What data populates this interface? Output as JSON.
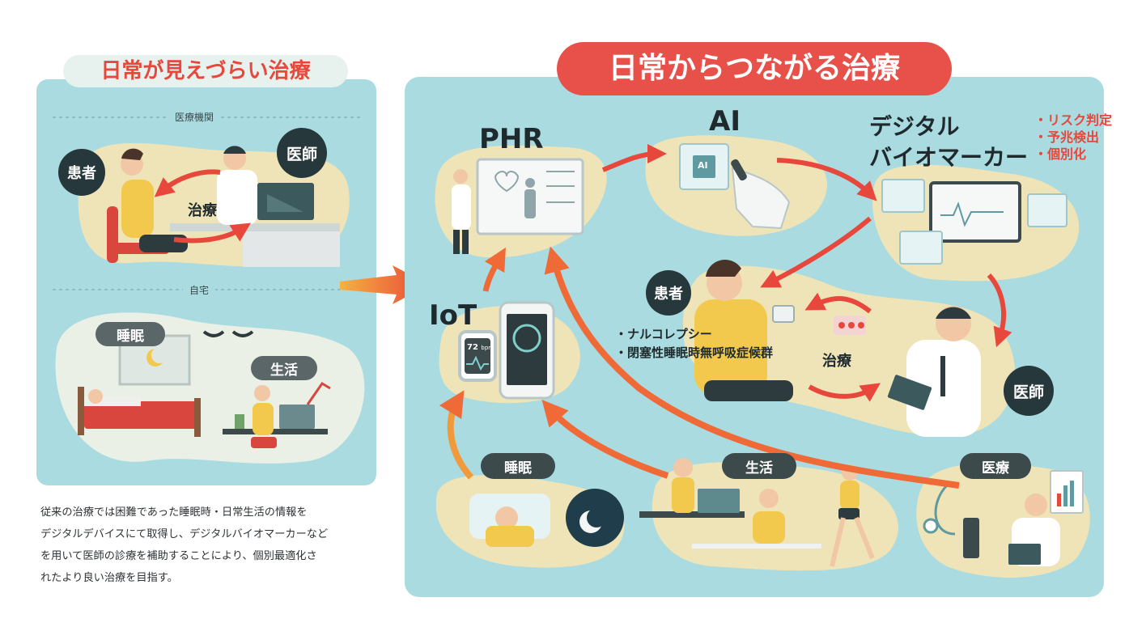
{
  "left_panel": {
    "title": "日常が見えづらい治療",
    "section_clinic": "医療機関",
    "section_home": "自宅",
    "patient_badge": "患者",
    "doctor_badge": "医師",
    "treatment_label": "治療",
    "sleep_label": "睡眠",
    "life_label": "生活"
  },
  "description": [
    "従来の治療では困難であった睡眠時・日常生活の情報を",
    "デジタルデバイスにて取得し、デジタルバイオマーカーなど",
    "を用いて医師の診療を補助することにより、個別最適化さ",
    "れたより良い治療を目指す。"
  ],
  "right_panel": {
    "title": "日常からつながる治療",
    "phr_label": "PHR",
    "ai_label": "AI",
    "ai_chip": "AI",
    "dbm_label_line1": "デジタル",
    "dbm_label_line2": "バイオマーカー",
    "dbm_features": [
      "・リスク判定",
      "・予兆検出",
      "・個別化"
    ],
    "iot_label": "IoT",
    "watch_reading": "72",
    "watch_unit": "bpm",
    "patient_badge": "患者",
    "conditions": [
      "・ナルコレプシー",
      "・閉塞性睡眠時無呼吸症候群"
    ],
    "treatment_label": "治療",
    "doctor_badge": "医師",
    "sleep_pill": "睡眠",
    "life_pill": "生活",
    "medical_pill": "医療"
  },
  "colors": {
    "panel_bg": "#a9dbe0",
    "blob_yellow": "#efe4b7",
    "title_red": "#e8514a",
    "badge_dark": "#26383b",
    "arrow_red": "#e8473b",
    "arrow_orange": "#f5a623"
  }
}
